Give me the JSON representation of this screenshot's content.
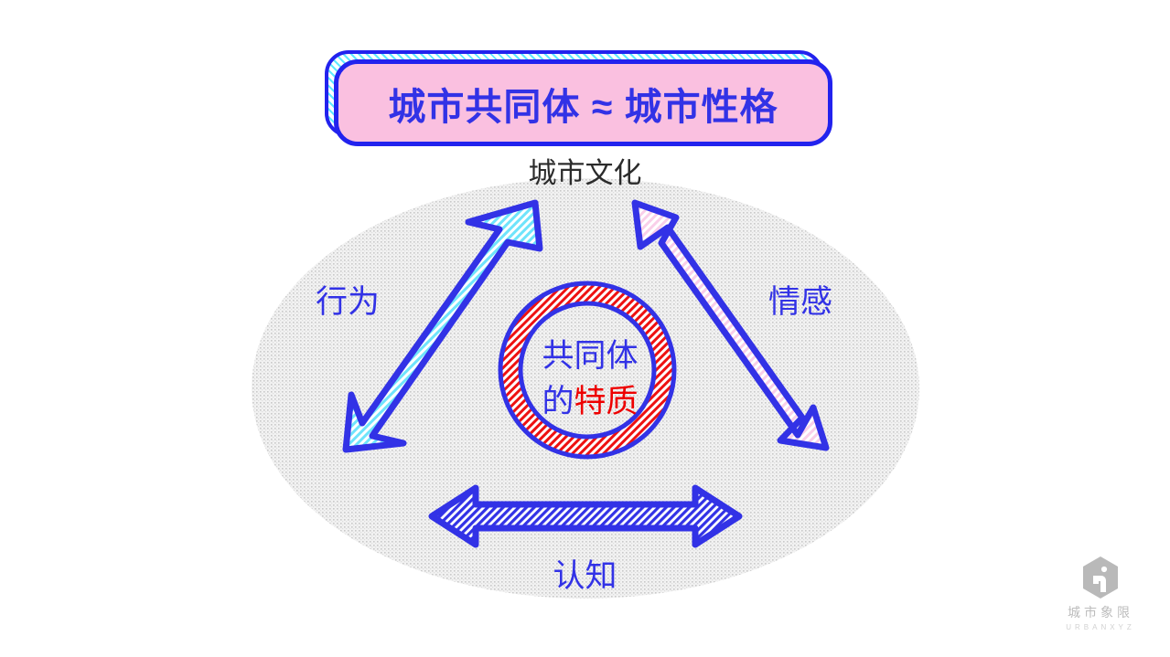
{
  "title_banner": {
    "text": "城市共同体 ≈ 城市性格",
    "fill_color": "#fac0e0",
    "border_color": "#2222ee",
    "text_color": "#3232e6",
    "shadow_pattern_color": "#5fe9ff"
  },
  "diagram": {
    "top_label": "城市文化",
    "top_label_color": "#2b2b2b",
    "backdrop": {
      "shape": "ellipse",
      "fill": "#ebebeb",
      "texture": "fine-dot-grid"
    },
    "center": {
      "line1": "共同体",
      "line2_prefix": "的",
      "line2_accent": "特质",
      "blue": "#3232e6",
      "red": "#ee0000",
      "ring_outer_color": "#3232e6",
      "ring_hatch_color": "#ee0000"
    },
    "arrows": [
      {
        "label": "行为",
        "name": "behavior",
        "direction": "double",
        "orientation": "diagonal-up-right",
        "fill": "#aeeffc",
        "hatch": "#4fd8f7",
        "border": "#3232e6",
        "label_color": "#3232e6"
      },
      {
        "label": "情感",
        "name": "emotion",
        "direction": "double",
        "orientation": "diagonal-down-right",
        "fill": "#fbe8f4",
        "hatch": "#f5b6dd",
        "border": "#3232e6",
        "label_color": "#3232e6"
      },
      {
        "label": "认知",
        "name": "cognition",
        "direction": "double",
        "orientation": "horizontal",
        "fill": "#ffffff",
        "hatch": "#3232e6",
        "border": "#3232e6",
        "label_color": "#3232e6"
      }
    ]
  },
  "logo": {
    "name_cn": "城市象限",
    "name_en": "URBANXYZ",
    "color": "#bdbdbd"
  }
}
